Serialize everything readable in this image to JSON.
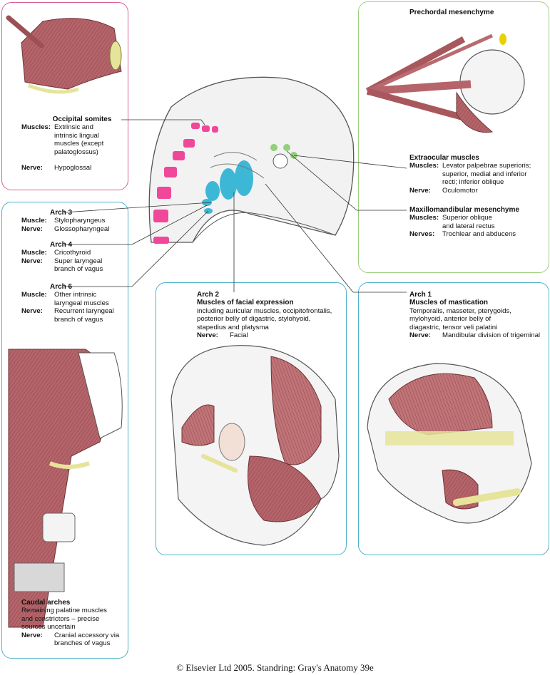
{
  "occipital": {
    "title": "Occipital somites",
    "muscles_key": "Muscles:",
    "muscles_lines": [
      "Extrinsic and",
      "intrinsic lingual",
      "muscles (except",
      "palatoglossus)"
    ],
    "nerve_key": "Nerve:",
    "nerve": "Hypoglossal"
  },
  "prechordal": {
    "title": "Prechordal mesenchyme"
  },
  "extraocular": {
    "title": "Extraocular muscles",
    "muscles_key": "Muscles:",
    "muscles_lines": [
      "Levator palpebrae superioris;",
      "superior, medial and inferior",
      "recti; inferior oblique"
    ],
    "nerve_key": "Nerve:",
    "nerve": "Oculomotor"
  },
  "maxillomandibular": {
    "title": "Maxillomandibular mesenchyme",
    "muscles_key": "Muscles:",
    "muscles_lines": [
      "Superior oblique",
      "and lateral rectus"
    ],
    "nerve_key": "Nerves:",
    "nerve": "Trochlear and abducens"
  },
  "arch3": {
    "title": "Arch 3",
    "muscle_key": "Muscle:",
    "muscle": "Stylopharyngeus",
    "nerve_key": "Nerve:",
    "nerve": "Glossopharyngeal"
  },
  "arch4": {
    "title": "Arch 4",
    "muscle_key": "Muscle:",
    "muscle": "Cricothyroid",
    "nerve_key": "Nerve:",
    "nerve_lines": [
      "Super laryngeal",
      "branch of vagus"
    ]
  },
  "arch6": {
    "title": "Arch 6",
    "muscle_key": "Muscle:",
    "muscle_lines": [
      "Other intrinsic",
      "laryngeal muscles"
    ],
    "nerve_key": "Nerve:",
    "nerve_lines": [
      "Recurrent laryngeal",
      "branch of vagus"
    ]
  },
  "arch2": {
    "title": "Arch 2",
    "subtitle": "Muscles of facial expression",
    "desc_lines": [
      "including auricular muscles, occipitofrontalis,",
      "posterior belly of digastric, stylohyoid,",
      "stapedius and platysma"
    ],
    "nerve_key": "Nerve:",
    "nerve": "Facial"
  },
  "arch1": {
    "title": "Arch 1",
    "subtitle": "Muscles of mastication",
    "desc_lines": [
      "Temporalis, masseter, pterygoids,",
      "mylohyoid, anterior belly of",
      "diagastric, tensor veli palatini"
    ],
    "nerve_key": "Nerve:",
    "nerve": "Mandibular division of trigeminal"
  },
  "caudal": {
    "title": "Caudal arches",
    "desc_lines": [
      "Remaining palatine muscles",
      "and constrictors – precise",
      "sources uncertain"
    ],
    "nerve_key": "Nerve:",
    "nerve_lines": [
      "Cranial accessory via",
      "branches of vagus"
    ]
  },
  "credit": "© Elsevier Ltd 2005. Standring: Gray's Anatomy 39e",
  "colors": {
    "pink_border": "#d9609a",
    "green_border": "#9ccf7e",
    "blue_border": "#4db2c8",
    "muscle": "#b4646a",
    "muscle_light": "#d49a9a",
    "bone": "#e6e49a",
    "somite_pink": "#f0479a",
    "arch_blue": "#3db7d6",
    "green_dot": "#93d07a"
  }
}
